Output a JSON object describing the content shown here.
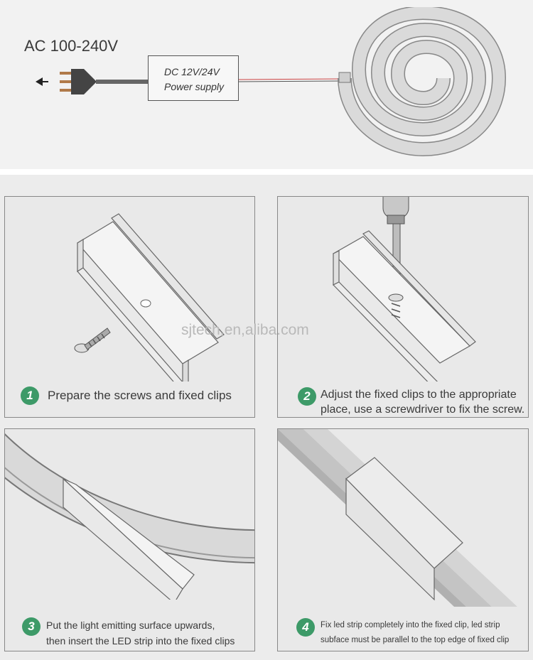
{
  "input_label": "AC 100-240V",
  "power_supply": {
    "line1": "DC 12V/24V",
    "line2": "Power supply"
  },
  "watermark": "sjtech,en,aliba.com",
  "steps": [
    {
      "number": "1",
      "text": "Prepare the screws and fixed clips"
    },
    {
      "number": "2",
      "line1": "Adjust the fixed clips to the appropriate",
      "line2": "place, use a screwdriver to fix the screw."
    },
    {
      "number": "3",
      "line1": "Put the light emitting surface upwards,",
      "line2": "then insert the LED strip into the fixed clips"
    },
    {
      "number": "4",
      "line1": "Fix led strip completely into the fixed clip, led strip",
      "line2": "subface must be parallel to the top edge of fixed clip"
    }
  ],
  "colors": {
    "badge": "#3d9a68",
    "strip": "#d6d6d6",
    "outline": "#666666"
  }
}
